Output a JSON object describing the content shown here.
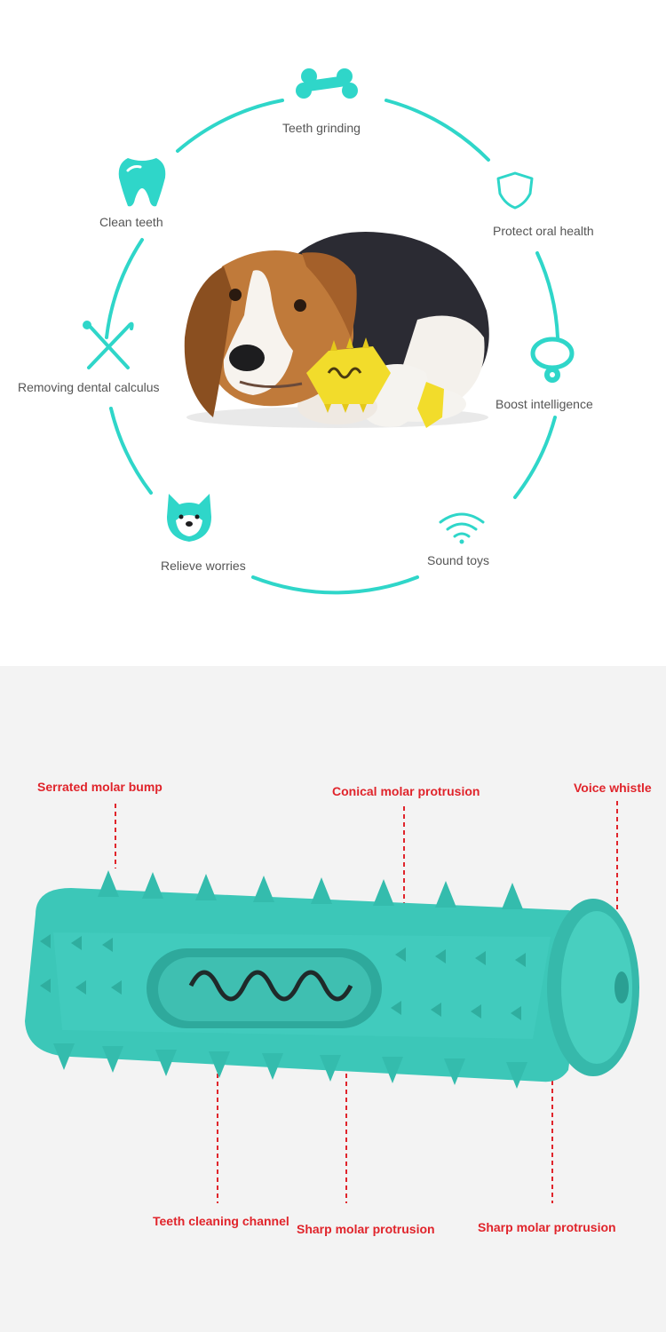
{
  "colors": {
    "accent": "#2fd6c9",
    "callout": "#e0242b",
    "toy": "#3cc7b8",
    "toy_chew": "#f2dc2b"
  },
  "features": [
    {
      "label": "Teeth grinding",
      "icon": "bone-icon"
    },
    {
      "label": "Clean teeth",
      "icon": "tooth-icon"
    },
    {
      "label": "Protect oral health",
      "icon": "shield-icon"
    },
    {
      "label": "Removing dental calculus",
      "icon": "dental-tools-icon"
    },
    {
      "label": "Boost intelligence",
      "icon": "collar-icon"
    },
    {
      "label": "Relieve worries",
      "icon": "shiba-face-icon"
    },
    {
      "label": "Sound toys",
      "icon": "sound-waves-icon"
    }
  ],
  "callouts": [
    {
      "label": "Serrated molar bump"
    },
    {
      "label": "Conical molar protrusion"
    },
    {
      "label": "Voice whistle"
    },
    {
      "label": "Teeth cleaning channel"
    },
    {
      "label": "Sharp molar protrusion"
    },
    {
      "label": "Sharp molar protrusion"
    }
  ]
}
